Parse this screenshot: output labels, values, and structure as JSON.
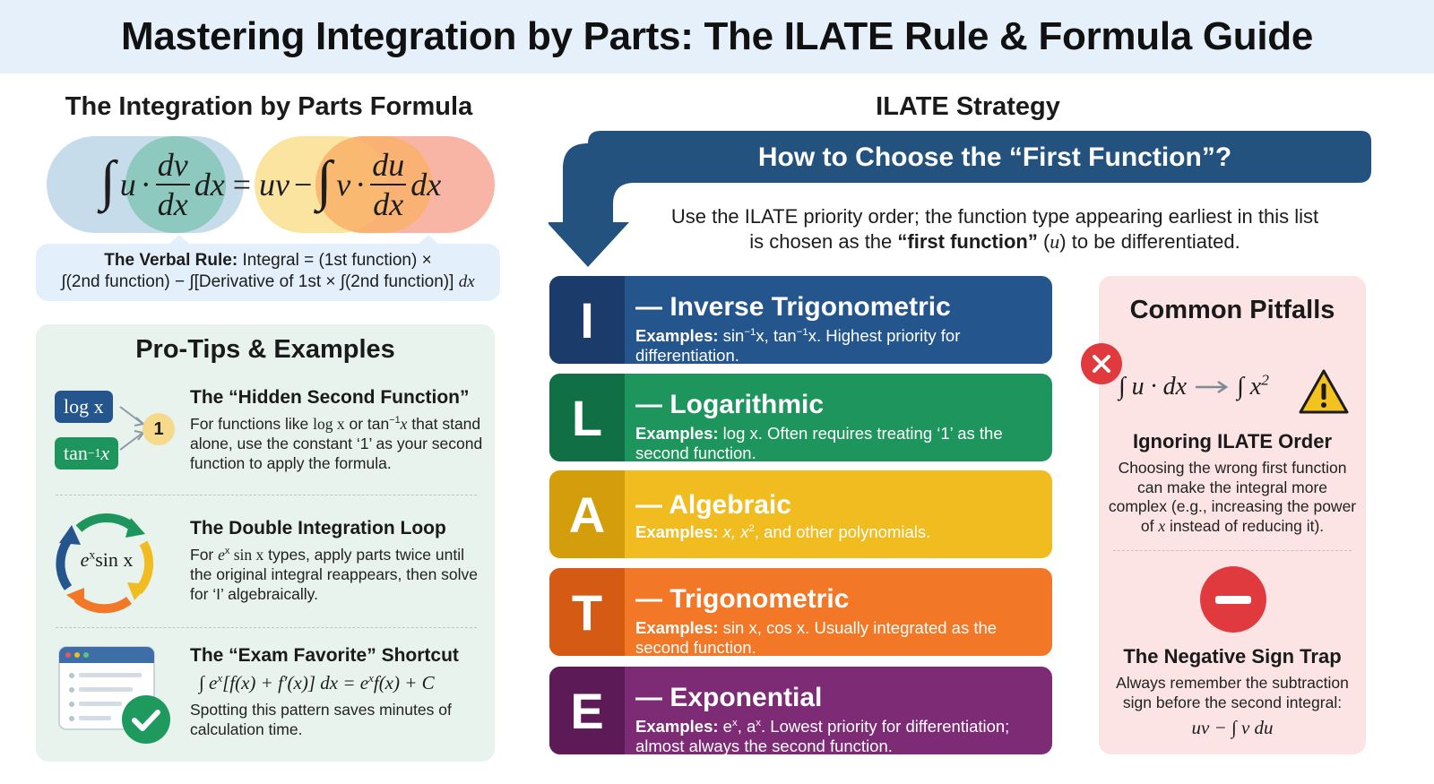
{
  "title": "Mastering Integration by Parts: The ILATE Rule & Formula Guide",
  "formula_section": {
    "heading": "The Integration by Parts Formula",
    "formula": {
      "integral": "∫",
      "u": "u",
      "dot": "·",
      "dv": "dv",
      "dx_den": "dx",
      "dx": "dx",
      "equals": "=",
      "uv": "uv",
      "minus": "−",
      "v": "v",
      "du": "du"
    },
    "verbal_rule_label": "The Verbal Rule:",
    "verbal_rule_line1": "Integral = (1st function) ×",
    "verbal_rule_line2": "∫(2nd function) − ∫[Derivative of 1st × ∫(2nd function)]",
    "verbal_rule_dx": "dx"
  },
  "protips": {
    "heading": "Pro-Tips & Examples",
    "tip1": {
      "chip_log": "log x",
      "chip_tan": "tan",
      "chip_tan_sup": "−1",
      "chip_tan_x": "x",
      "one_badge": "1",
      "title": "The “Hidden Second Function”",
      "body_a": "For functions like ",
      "body_log": "log x",
      "body_or": " or tan",
      "body_sup": "−1",
      "body_x": "x",
      "body_b": " that stand alone, use the constant ‘1’ as your second function to apply the formula."
    },
    "tip2": {
      "loop_label_e": "e",
      "loop_label_sup": "x",
      "loop_label_rest": "sin x",
      "title": "The Double Integration Loop",
      "body_a": "For ",
      "body_e": "e",
      "body_sup": "x",
      "body_sin": " sin x",
      "body_b": " types, apply parts twice until the original integral reappears, then solve for ‘I’ algebraically."
    },
    "tip3": {
      "title": "The “Exam Favorite” Shortcut",
      "formula_a": "∫ e",
      "formula_sup1": "x",
      "formula_b": "[f(x) + f′(x)] dx = e",
      "formula_sup2": "x",
      "formula_c": "f(x) + C",
      "body": "Spotting this pattern saves minutes of calculation time."
    }
  },
  "ilate": {
    "heading": "ILATE Strategy",
    "banner": "How to Choose the “First Function”?",
    "desc_line1": "Use the ILATE priority order; the function type appearing earliest in this list",
    "desc_line2_a": "is chosen as the ",
    "desc_line2_b": "“first function”",
    "desc_line2_c": " (",
    "desc_line2_u": "u",
    "desc_line2_d": ") to be differentiated.",
    "examples_label": "Examples:",
    "cards": [
      {
        "letter": "I",
        "name": "— Inverse Trigonometric",
        "ex_a": " sin",
        "ex_sup1": "−1",
        "ex_b": "x, tan",
        "ex_sup2": "−1",
        "ex_c": "x. Highest priority for differentiation.",
        "band_color": "#1b3c6b",
        "body_color": "#24558c"
      },
      {
        "letter": "L",
        "name": "— Logarithmic",
        "ex_a": " log x. Often requires treating ‘1’ as the second function.",
        "band_color": "#116f45",
        "body_color": "#1d955c"
      },
      {
        "letter": "A",
        "name": "— Algebraic",
        "ex_a": " x, x",
        "ex_sup1": "2",
        "ex_b": ", and other polynomials.",
        "band_color": "#d49d0b",
        "body_color": "#f1bc20"
      },
      {
        "letter": "T",
        "name": "— Trigonometric",
        "ex_a": " sin x, cos x. Usually integrated as the second function.",
        "band_color": "#d55a13",
        "body_color": "#f27727"
      },
      {
        "letter": "E",
        "name": "— Exponential",
        "ex_a": " e",
        "ex_sup1": "x",
        "ex_b": ", a",
        "ex_sup2": "x",
        "ex_c": ". Lowest priority for differentiation; almost always the second function.",
        "band_color": "#5c1b56",
        "body_color": "#7c2b74"
      }
    ]
  },
  "pitfalls": {
    "heading": "Common Pitfalls",
    "pit1_formula_a": "∫ u · dx",
    "pit1_formula_b": "∫ x",
    "pit1_formula_sup": "2",
    "pit1_title": "Ignoring ILATE Order",
    "pit1_body_a": "Choosing the wrong first function can make the integral more complex (e.g., increasing the power of ",
    "pit1_body_x": "x",
    "pit1_body_b": " instead of reducing it).",
    "pit2_title": "The Negative Sign Trap",
    "pit2_body": "Always remember the subtraction sign before the second integral:",
    "pit2_formula": "uv − ∫ v du"
  },
  "colors": {
    "banner_bg": "#e5f0fa",
    "formula_blue": "#c7dceb",
    "formula_teal": "#8ec9bf",
    "formula_yellow": "#fbe39b",
    "formula_orange": "#f9b26a",
    "formula_salmon": "#f8b5a5",
    "arrow_blue": "#23527f",
    "protips_bg": "#e8f3ee",
    "pitfalls_bg": "#fbe4e3",
    "error_red": "#e13a3e",
    "warning_yellow": "#f4c21f",
    "check_green": "#1f9a5e"
  },
  "icons": [
    "loop-arrows-icon",
    "browser-checklist-icon",
    "check-icon",
    "x-icon",
    "warning-icon",
    "minus-icon",
    "arrow-right-icon"
  ]
}
